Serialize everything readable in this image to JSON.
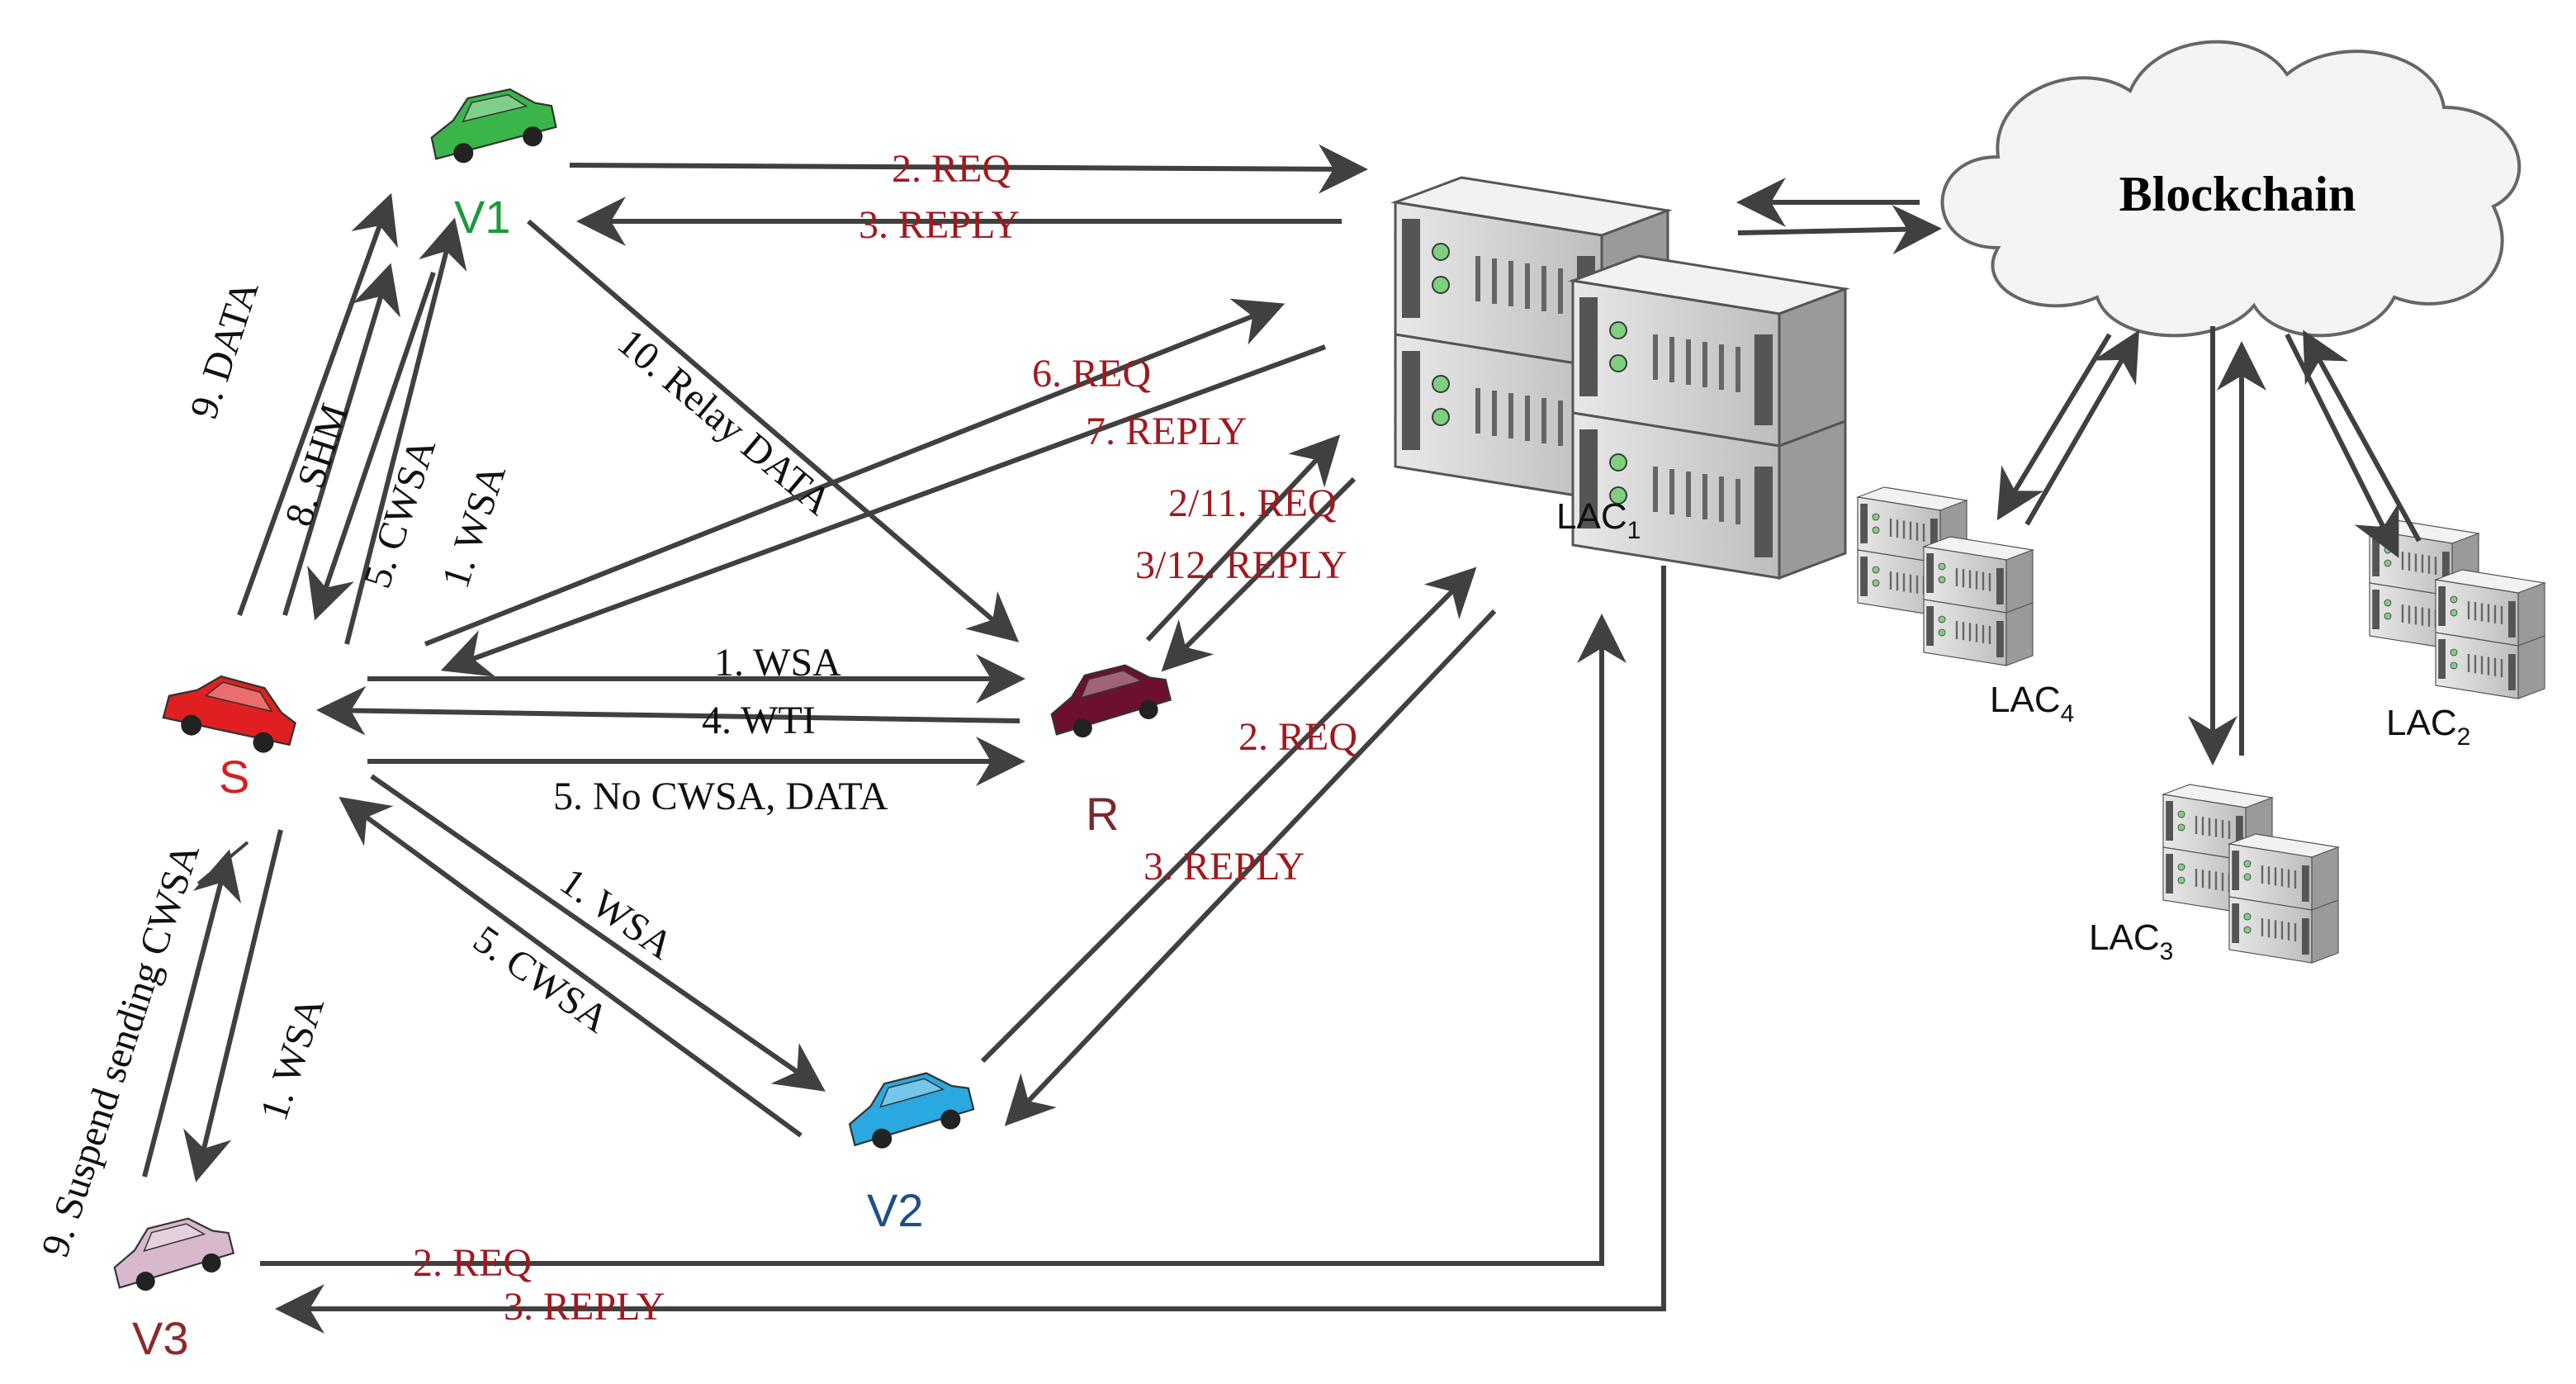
{
  "nodes": {
    "v1": {
      "label": "V1",
      "color": "#1a9a3c"
    },
    "s": {
      "label": "S",
      "color": "#d42020"
    },
    "r": {
      "label": "R",
      "color": "#7a2a2a"
    },
    "v2": {
      "label": "V2",
      "color": "#1f4e8a"
    },
    "v3": {
      "label": "V3",
      "color": "#8a2a2a"
    }
  },
  "lac": {
    "lac1": {
      "base": "LAC",
      "sub": "1"
    },
    "lac2": {
      "base": "LAC",
      "sub": "2"
    },
    "lac3": {
      "base": "LAC",
      "sub": "3"
    },
    "lac4": {
      "base": "LAC",
      "sub": "4"
    }
  },
  "cloud": {
    "label": "Blockchain"
  },
  "messages": {
    "v1_req": "2. REQ",
    "v1_reply": "3. REPLY",
    "r_req_top": "6. REQ",
    "r_reply_top": "7. REPLY",
    "r_req": "2/11. REQ",
    "r_reply": "3/12. REPLY",
    "v2_req": "2. REQ",
    "v2_reply": "3. REPLY",
    "v3_req": "2. REQ",
    "v3_reply": "3. REPLY",
    "s_v1_data": "9. DATA",
    "s_v1_shm": "8. SHM",
    "s_v1_cwsa": "5. CWSA",
    "s_v1_wsa": "1. WSA",
    "relay": "10. Relay DATA",
    "s_r_wsa": "1. WSA",
    "s_r_wti": "4. WTI",
    "s_r_nocwsa": "5. No CWSA, DATA",
    "s_v2_wsa": "1. WSA",
    "s_v2_cwsa": "5. CWSA",
    "suspend": "9. Suspend sending CWSA",
    "s_v3_wsa": "1. WSA"
  },
  "colors": {
    "message_red": "#a0191e",
    "arrow": "#404040",
    "cloud_fill": "#f4f4f4"
  }
}
